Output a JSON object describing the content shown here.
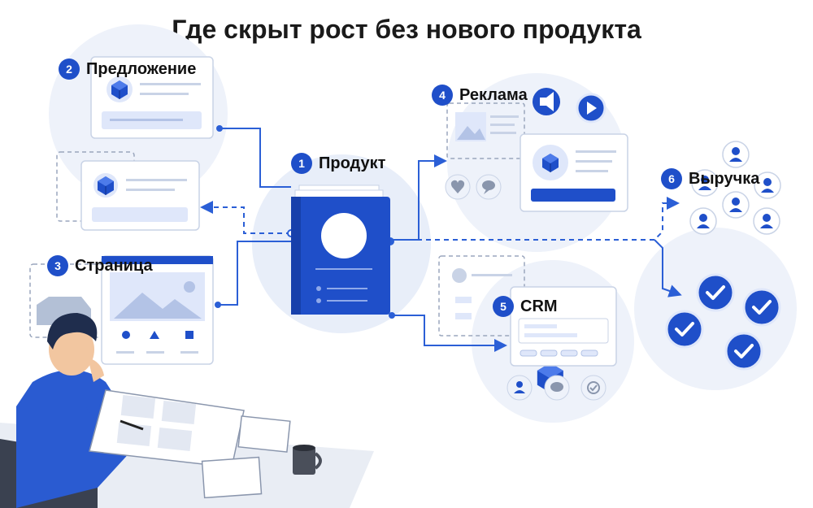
{
  "title": "Где скрыт рост без нового продукта",
  "nodes": [
    {
      "num": "1",
      "label": "Продукт"
    },
    {
      "num": "2",
      "label": "Предложение"
    },
    {
      "num": "3",
      "label": "Страница"
    },
    {
      "num": "4",
      "label": "Реклама"
    },
    {
      "num": "5",
      "label": "CRM"
    },
    {
      "num": "6",
      "label": "Выручка"
    }
  ],
  "colors": {
    "accent": "#1f4fc9",
    "soft": "#e8eef9",
    "line": "#2b5fd6",
    "gray": "#b8c2d3"
  },
  "icons": [
    "cube-icon",
    "megaphone-icon",
    "play-icon",
    "heart-icon",
    "comment-icon",
    "user-icon",
    "check-icon",
    "mountain-image-icon",
    "circle-icon",
    "triangle-icon",
    "square-icon",
    "coffee-mug-icon"
  ]
}
